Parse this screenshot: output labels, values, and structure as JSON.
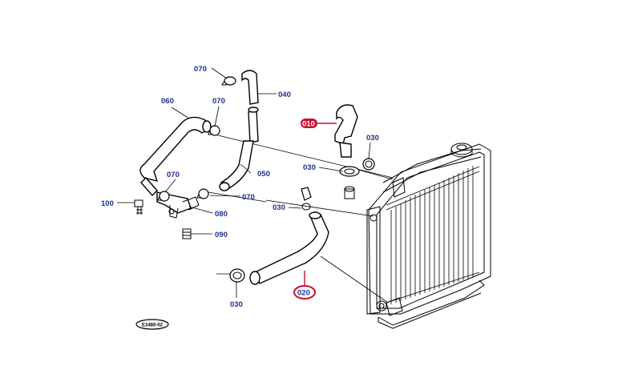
{
  "callouts": {
    "p010": "010",
    "p020": "020",
    "p030a": "030",
    "p030b": "030",
    "p030c": "030",
    "p030d": "030",
    "p040": "040",
    "p050": "050",
    "p060": "060",
    "p070a": "070",
    "p070b": "070",
    "p070c": "070",
    "p070d": "070",
    "p080": "080",
    "p090": "090",
    "p100": "100"
  },
  "stamp": "E3480-02",
  "colors": {
    "callout_text": "#1c2f8f",
    "highlight": "#c8102e",
    "line": "#000000"
  }
}
